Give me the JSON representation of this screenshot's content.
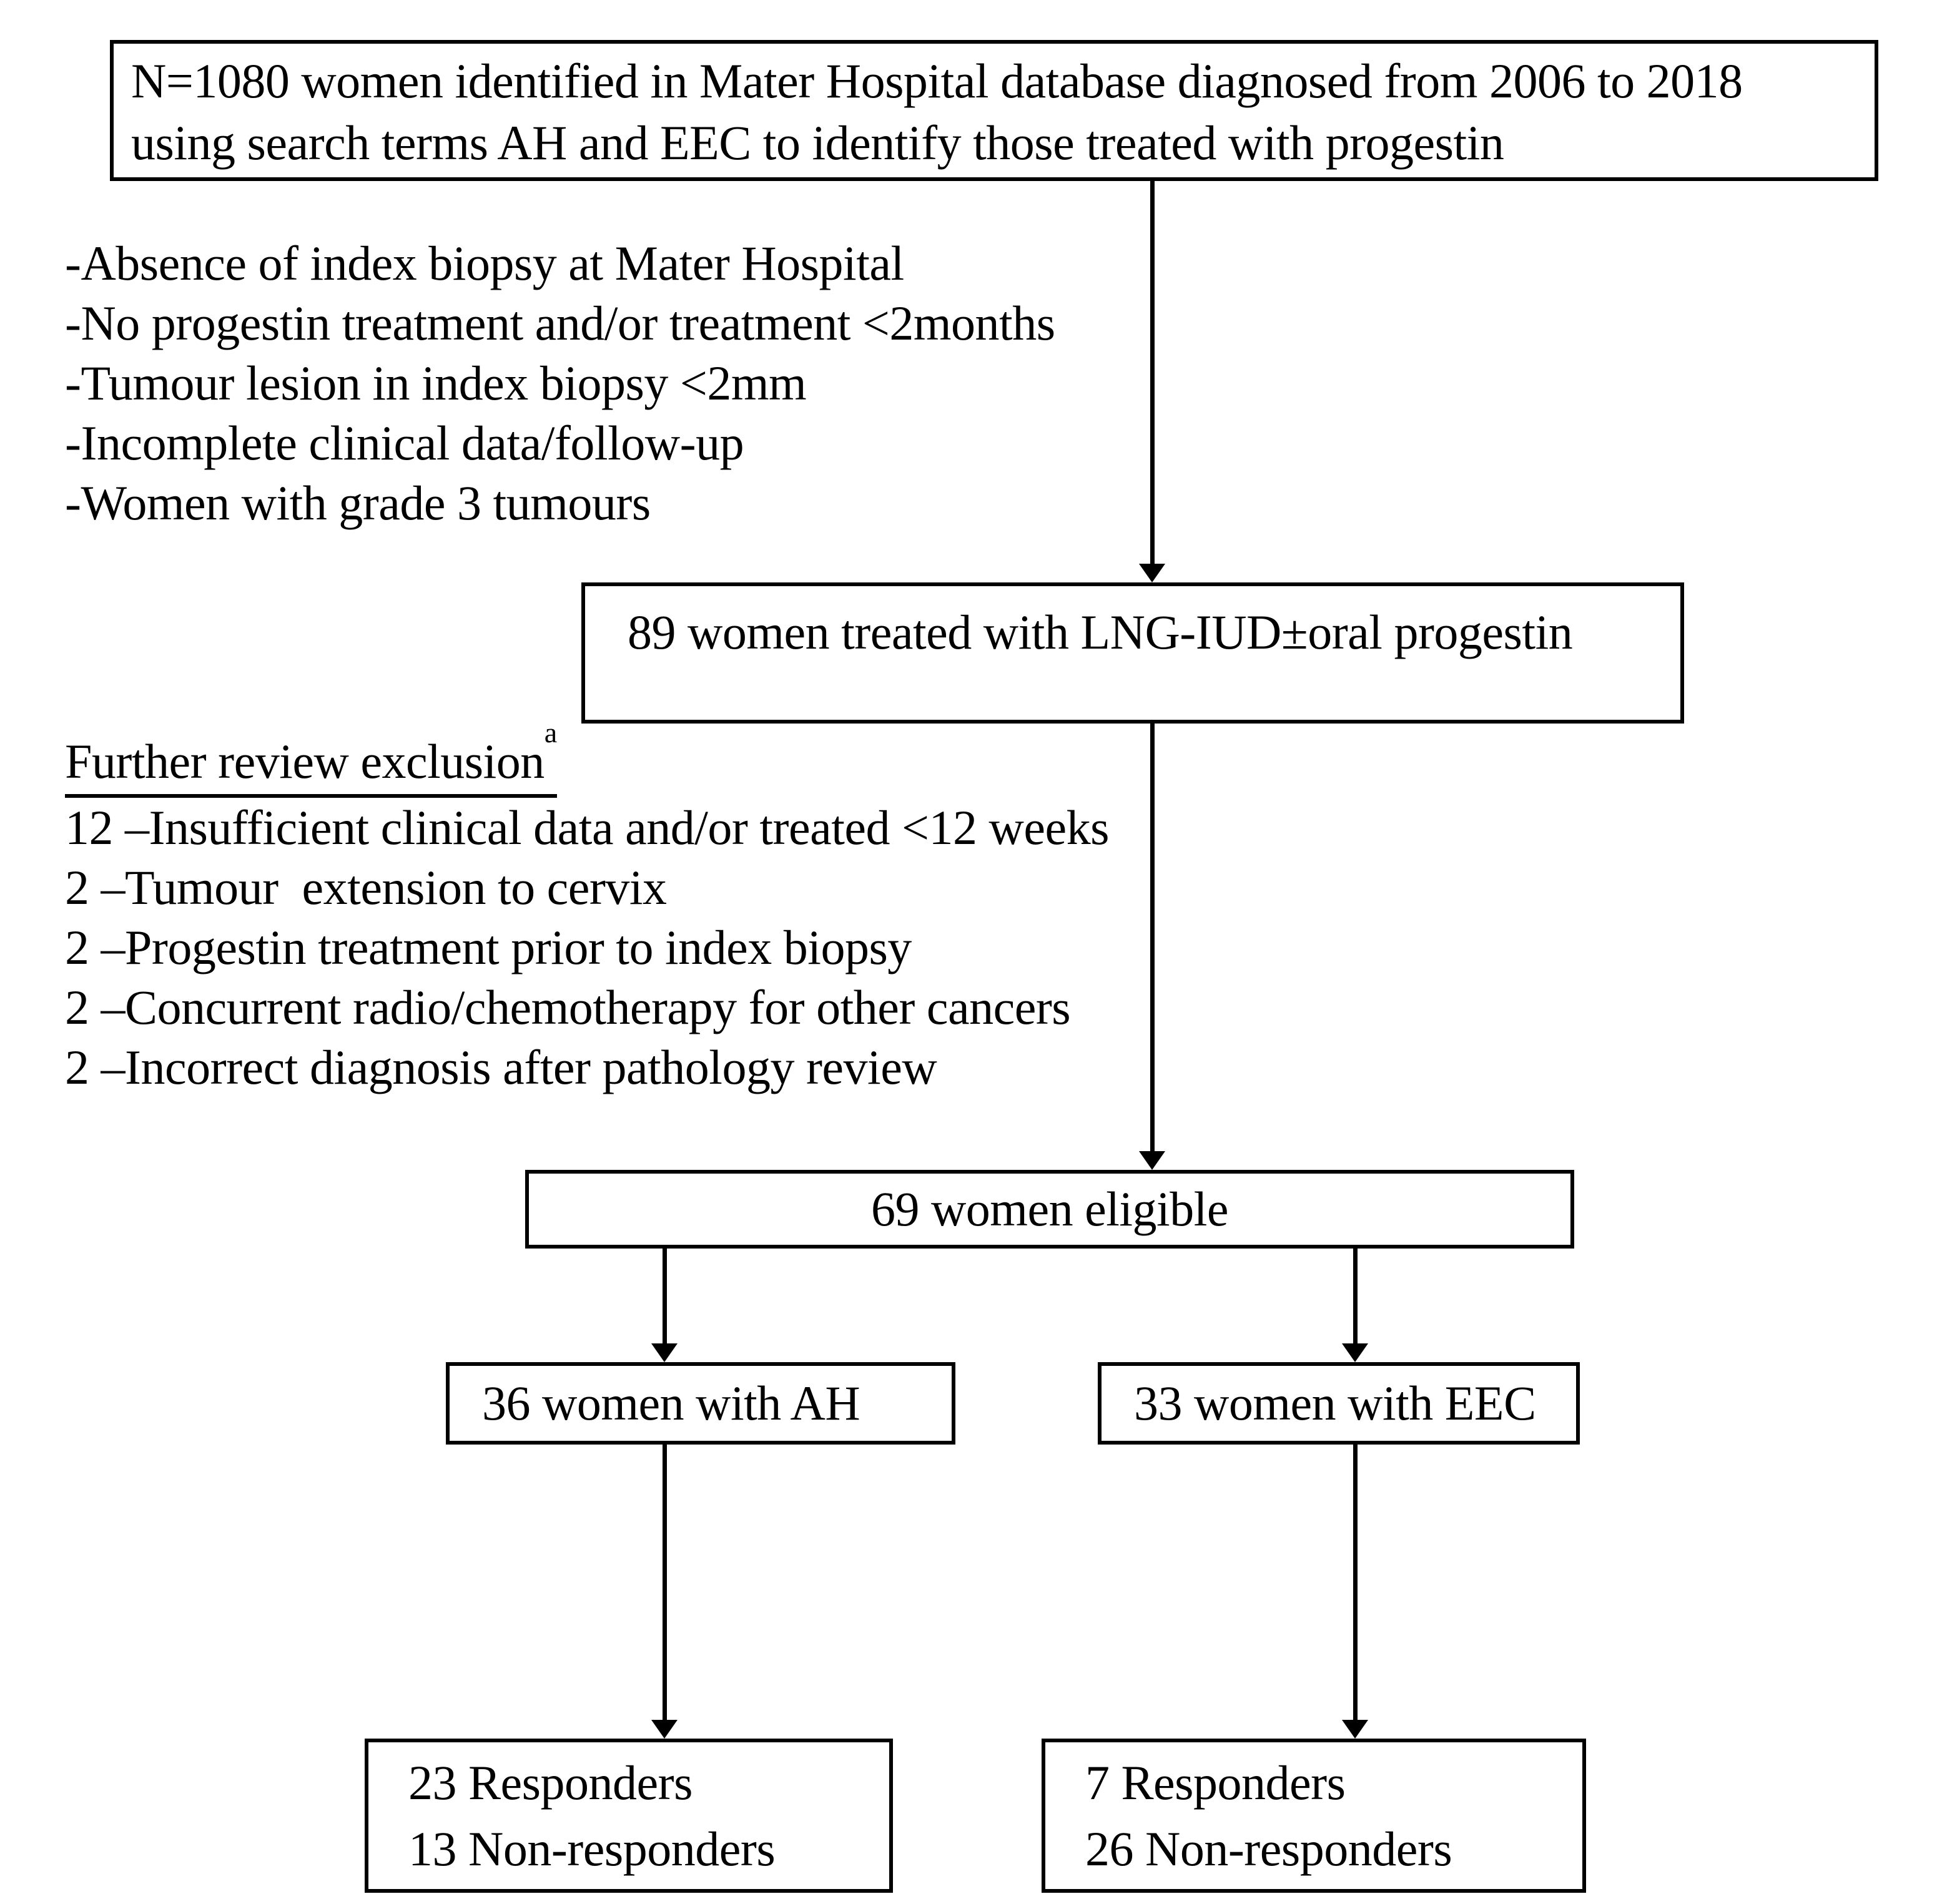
{
  "figure": {
    "background_color": "#ffffff",
    "line_color": "#000000",
    "boxes": {
      "identified": {
        "line1": "N=1080 women identified in Mater Hospital database diagnosed from 2006 to 2018",
        "line2": "using search terms AH and EEC to identify those treated with progestin"
      },
      "treated": {
        "text": "89 women treated with LNG-IUD±oral progestin"
      },
      "eligible": {
        "text": "69 women eligible"
      },
      "ah": {
        "text": "36 women with AH"
      },
      "eec": {
        "text": "33 women with EEC"
      },
      "ah_outcome": {
        "line1": "23 Responders",
        "line2": "13 Non-responders"
      },
      "eec_outcome": {
        "line1": "7 Responders",
        "line2": "26 Non-responders"
      }
    },
    "initial_exclusions": {
      "items": [
        "-Absence of index biopsy at Mater Hospital",
        "-No progestin treatment and/or treatment <2months",
        "-Tumour lesion in index biopsy <2mm",
        "-Incomplete clinical data/follow-up",
        "-Women with grade 3 tumours"
      ]
    },
    "further_exclusions": {
      "heading": "Further review exclusion",
      "heading_superscript": "a",
      "items": [
        "12 –Insufficient clinical data and/or treated <12 weeks",
        "2 –Tumour  extension to cervix",
        "2 –Progestin treatment prior to index biopsy",
        "2 –Concurrent radio/chemotherapy for other cancers",
        "2 –Incorrect diagnosis after pathology review"
      ]
    }
  }
}
